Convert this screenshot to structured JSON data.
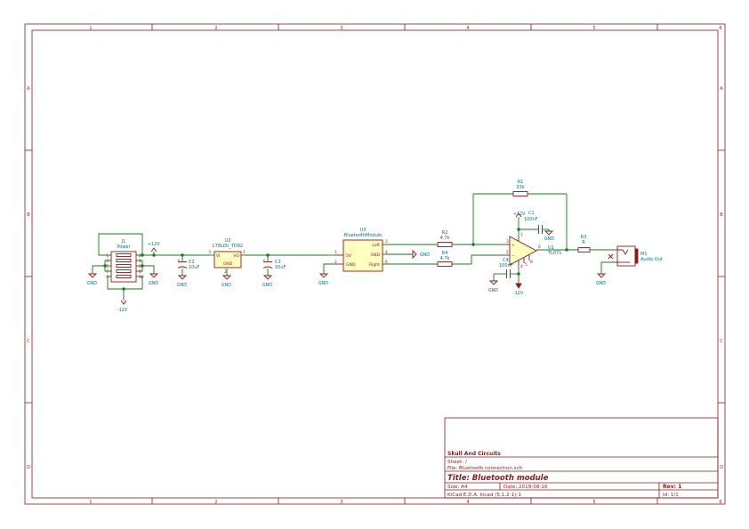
{
  "zones": {
    "cols": [
      "1",
      "2",
      "3",
      "4",
      "5",
      "6"
    ],
    "rows": [
      "A",
      "B",
      "C",
      "D"
    ]
  },
  "components": {
    "j1": {
      "ref": "J1",
      "value": "Power",
      "pins": [
        "1",
        "2",
        "3",
        "4",
        "5",
        "6",
        "7",
        "8",
        "9",
        "10"
      ]
    },
    "u2": {
      "ref": "U2",
      "value": "L78L05_TO92",
      "pin_vi": "VI",
      "pin_vo": "VO",
      "pin_gnd": "GND",
      "pnum_in": "3",
      "pnum_out": "1",
      "pnum_gnd": "2"
    },
    "c2": {
      "ref": "C2",
      "value": "10uF"
    },
    "c3": {
      "ref": "C3",
      "value": "10uF"
    },
    "u3": {
      "ref": "U3",
      "value": "BluetoothModule",
      "pin_left": "Left",
      "pin_gnd": "GND",
      "pin_right": "Right",
      "pin_5v": "5V",
      "pin_gnd2": "GND",
      "pnum_left": "3",
      "pnum_gnd": "4",
      "pnum_right": "6",
      "pnum_5v": "1",
      "pnum_gnd2": "2"
    },
    "r2": {
      "ref": "R2",
      "value": "4.7k"
    },
    "r4": {
      "ref": "R4",
      "value": "4.7k"
    },
    "r1": {
      "ref": "R1",
      "value": "33k"
    },
    "c1": {
      "ref": "C1",
      "value": "100nF"
    },
    "c4": {
      "ref": "C4",
      "value": "100nF"
    },
    "u1": {
      "ref": "U1",
      "value": "TL071",
      "pn3": "3",
      "pn2": "2",
      "pn6": "6",
      "pn7": "7",
      "pn4": "4",
      "pn5": "5",
      "pn8": "8"
    },
    "r3": {
      "ref": "R3",
      "value": "R"
    },
    "m1": {
      "ref": "M1",
      "value": "Audio Out"
    }
  },
  "power": {
    "gnd": "GND",
    "p12": "+12V",
    "m12": "-12V"
  },
  "title_block": {
    "company": "Skull And Circuits",
    "sheet": "Sheet: /",
    "file": "File: Bluetooth connection.sch",
    "title": "Title: Bluetooth module",
    "size": "Size: A4",
    "date": "Date: 2019-08-16",
    "rev": "Rev: 1",
    "tool": "KiCad E.D.A.  kicad (5.1.2-1)-1",
    "id": "Id: 1/1"
  },
  "colors": {
    "frame": "#8b1a1a",
    "wire": "#1a7a1a",
    "label": "#00718a",
    "body_fill": "#ffffc2"
  }
}
